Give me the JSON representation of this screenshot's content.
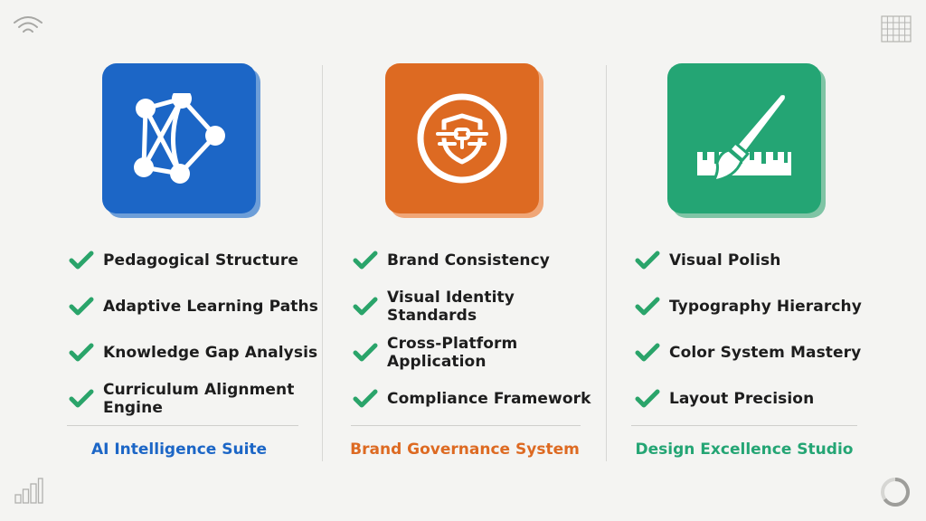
{
  "colors": {
    "background": "#f4f4f2",
    "check": "#2aa46a",
    "blue": "#1c66c6",
    "blue_shadow": "#6d9ed8",
    "orange": "#dd6a22",
    "orange_shadow": "#f0a677",
    "green": "#24a574",
    "green_shadow": "#7fc4a5"
  },
  "columns": [
    {
      "icon": "network-graph-icon",
      "title": "AI Intelligence Suite",
      "color": "#1c66c6",
      "features": [
        "Pedagogical Structure",
        "Adaptive Learning Paths",
        "Knowledge Gap Analysis",
        "Curriculum Alignment Engine"
      ]
    },
    {
      "icon": "shield-badge-icon",
      "title": "Brand Governance System",
      "color": "#dd6a22",
      "features": [
        "Brand Consistency",
        "Visual Identity Standards",
        "Cross-Platform Application",
        "Compliance Framework"
      ]
    },
    {
      "icon": "paintbrush-ruler-icon",
      "title": "Design Excellence Studio",
      "color": "#24a574",
      "features": [
        "Visual Polish",
        "Typography Hierarchy",
        "Color System Mastery",
        "Layout Precision"
      ]
    }
  ],
  "corner_icons": [
    "wifi-icon",
    "grid-icon",
    "bar-chart-icon",
    "progress-ring-icon"
  ]
}
